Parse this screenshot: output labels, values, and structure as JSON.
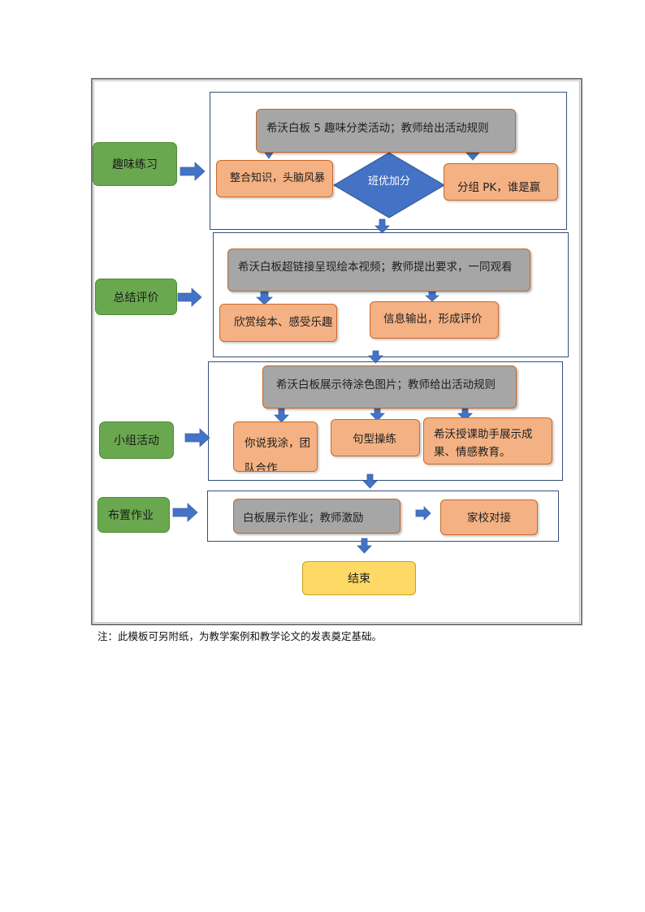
{
  "stages": [
    {
      "label": "趣味练习"
    },
    {
      "label": "总结评价"
    },
    {
      "label": "小组活动"
    },
    {
      "label": "布置作业"
    }
  ],
  "section1": {
    "main": "希沃白板 5 趣味分类活动；教师给出活动规则",
    "left": "整合知识，头脑风暴",
    "diamond": "班优加分",
    "right": "分组 PK，谁是赢"
  },
  "section2": {
    "main": "希沃白板超链接呈现绘本视频；教师提出要求，一同观看",
    "left": "欣赏绘本、感受乐趣",
    "right": "信息输出，形成评价"
  },
  "section3": {
    "main": "希沃白板展示待涂色图片；教师给出活动规则",
    "left": "你说我涂，团队合作",
    "middle": "句型操练",
    "right": "希沃授课助手展示成果、情感教育。"
  },
  "section4": {
    "main": "白板展示作业；教师激励",
    "right": "家校对接"
  },
  "end": "结束",
  "footnote": "注：此模板可另附纸，为教学案例和教学论文的发表奠定基础。",
  "colors": {
    "arrow": "#4472c4",
    "stage_green": "#6aa84f",
    "process_gray": "#a6a6a6",
    "step_orange": "#f4b183",
    "end_yellow": "#ffd966"
  }
}
